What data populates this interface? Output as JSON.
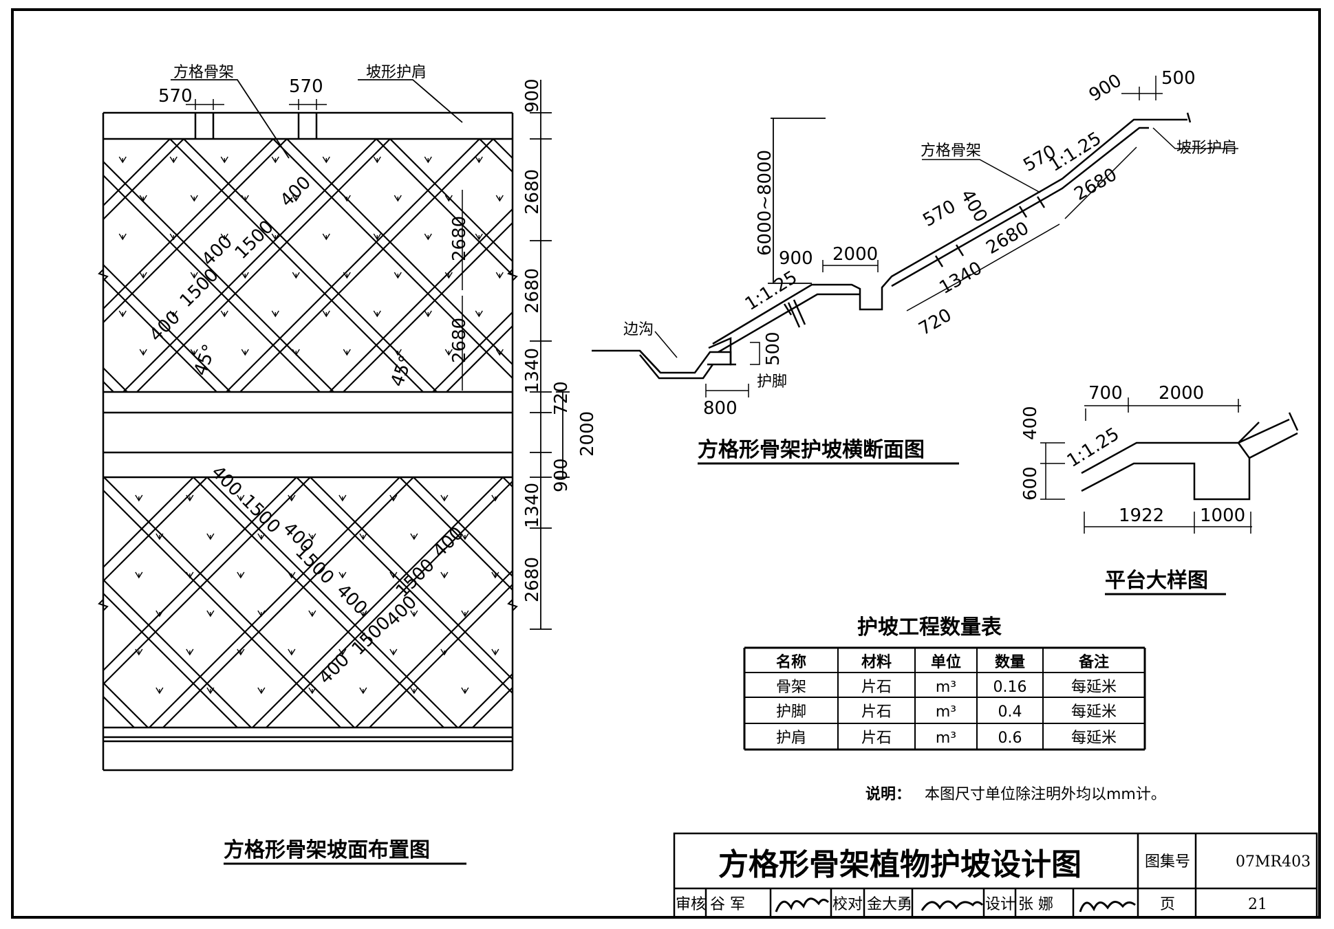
{
  "plan": {
    "title": "方格形骨架坡面布置图",
    "labels": {
      "frame": "方格骨架",
      "shoulder": "坡形护肩",
      "rib570a": "570",
      "rib570b": "570",
      "d400a": "400",
      "d1500a": "1500",
      "d400b": "400",
      "d1500b": "1500",
      "d400c": "400",
      "d2680a": "2680",
      "d2680b": "2680",
      "ang45a": "45°",
      "ang45b": "45°",
      "l400a": "400",
      "l1500a": "1500",
      "l400b": "400",
      "l1500b": "1500",
      "l400c": "400",
      "l1500c": "1500",
      "l400d": "400",
      "l1500d": "1500",
      "l400e": "400",
      "l1500e": "1500",
      "l400f": "400"
    },
    "right_dims": [
      "900",
      "2680",
      "2680",
      "1340",
      "720",
      "2000",
      "900",
      "1340",
      "2680"
    ]
  },
  "section": {
    "title": "方格形骨架护坡横断面图",
    "labels": {
      "height": "6000~8000",
      "d900a": "900",
      "d500": "500",
      "d2000": "2000",
      "frame": "方格骨架",
      "d570a": "570",
      "slope1": "1:1.25",
      "shoulder": "坡形护肩",
      "d570b": "570",
      "d400": "400",
      "d2680a": "2680",
      "d2680b": "2680",
      "d1340": "1340",
      "d720": "720",
      "ditch": "边沟",
      "slope2": "1:1.25",
      "d500b": "500",
      "toe": "护脚",
      "d800": "800"
    }
  },
  "platform": {
    "title": "平台大样图",
    "labels": {
      "d700": "700",
      "d2000": "2000",
      "d400": "400",
      "slope": "1:1.25",
      "d600": "600",
      "d1922": "1922",
      "d1000": "1000"
    }
  },
  "table": {
    "title": "护坡工程数量表",
    "headers": [
      "名称",
      "材料",
      "单位",
      "数量",
      "备注"
    ],
    "rows": [
      [
        "骨架",
        "片石",
        "m³",
        "0.16",
        "每延米"
      ],
      [
        "护脚",
        "片石",
        "m³",
        "0.4",
        "每延米"
      ],
      [
        "护肩",
        "片石",
        "m³",
        "0.6",
        "每延米"
      ]
    ]
  },
  "note": {
    "label": "说明：",
    "text": "本图尺寸单位除注明外均以mm计。"
  },
  "titleblock": {
    "drawing_title": "方格形骨架植物护坡设计图",
    "atlas_label": "图集号",
    "atlas_no": "07MR403",
    "page_label": "页",
    "page_no": "21",
    "review_label": "审核",
    "reviewer": "谷  军",
    "check_label": "校对",
    "checker": "金大勇",
    "design_label": "设计",
    "designer": "张  娜"
  }
}
